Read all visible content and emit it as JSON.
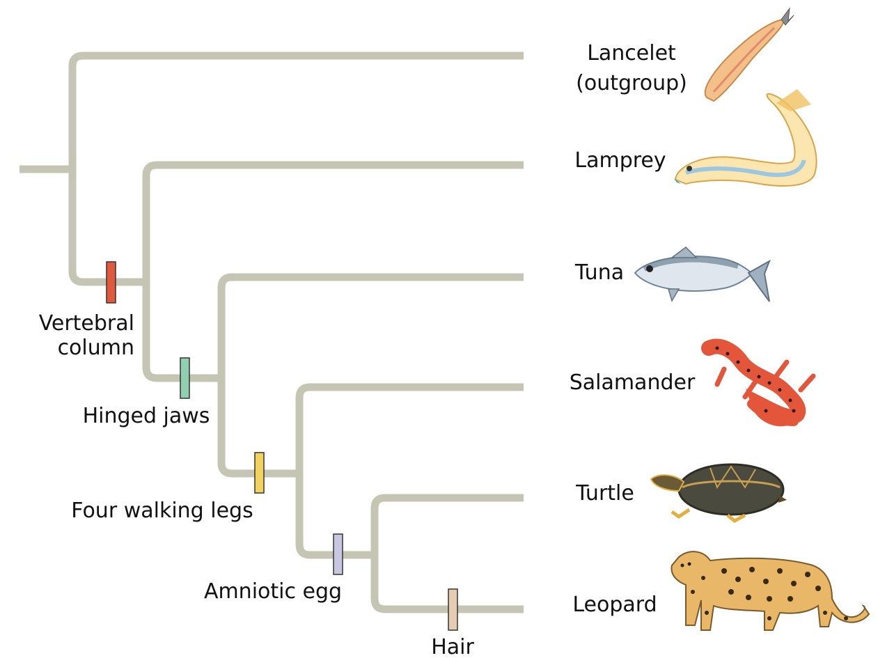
{
  "colors": {
    "branch": "#c5c5b4",
    "vertebral": "#e0593c",
    "jaws": "#8fd0b0",
    "legs": "#f2d35e",
    "egg": "#c9c6e2",
    "hair": "#e6cdb2"
  },
  "taxa": [
    {
      "label_line1": "Lancelet",
      "label_line2": "(outgroup)",
      "icon": "lancelet-illustration"
    },
    {
      "label_line1": "Lamprey",
      "icon": "lamprey-illustration"
    },
    {
      "label_line1": "Tuna",
      "icon": "tuna-illustration"
    },
    {
      "label_line1": "Salamander",
      "icon": "salamander-illustration"
    },
    {
      "label_line1": "Turtle",
      "icon": "turtle-illustration"
    },
    {
      "label_line1": "Leopard",
      "icon": "leopard-illustration"
    }
  ],
  "characters": [
    {
      "line1": "Vertebral",
      "line2": "column"
    },
    {
      "line1": "Hinged jaws"
    },
    {
      "line1": "Four walking legs"
    },
    {
      "line1": "Amniotic egg"
    },
    {
      "line1": "Hair"
    }
  ]
}
